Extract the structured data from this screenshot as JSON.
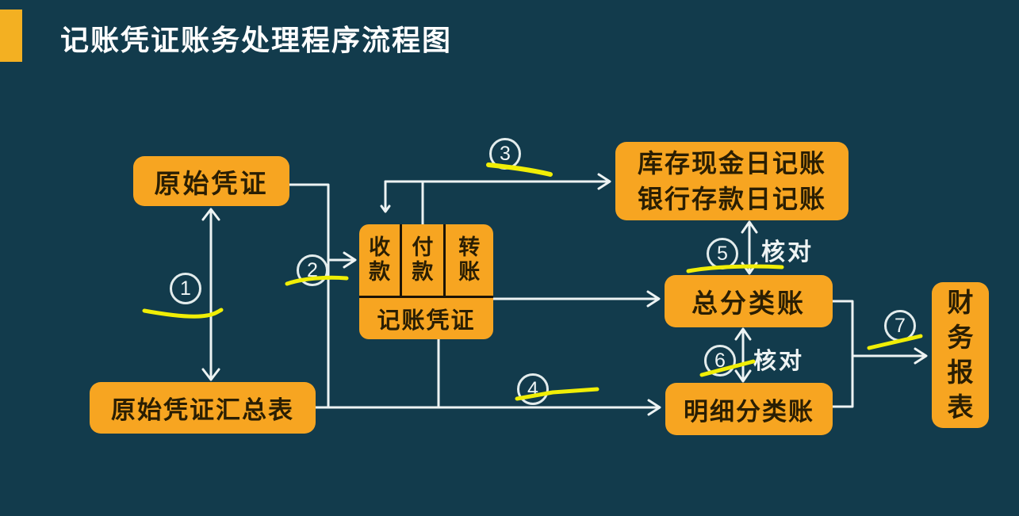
{
  "title": "记账凭证账务处理程序流程图",
  "nodes": {
    "original_voucher": "原始凭证",
    "voucher_summary": "原始凭证汇总表",
    "receipt": "收款",
    "payment": "付款",
    "transfer": "转账",
    "accounting_voucher": "记账凭证",
    "cash_journal": "库存现金日记账",
    "bank_journal": "银行存款日记账",
    "general_ledger": "总分类账",
    "subsidiary_ledger": "明细分类账",
    "financial_statements": "财务报表"
  },
  "steps": [
    "1",
    "2",
    "3",
    "4",
    "5",
    "6",
    "7"
  ],
  "labels": {
    "check_upper": "核对",
    "check_lower": "核对"
  },
  "colors": {
    "background": "#123b4c",
    "node_fill": "#f7a521",
    "node_text": "#2a1e03",
    "connector": "#edf3f3",
    "highlight_marker": "#f0ee06",
    "title_bar": "#f3b022",
    "title_text": "#ffffff"
  }
}
